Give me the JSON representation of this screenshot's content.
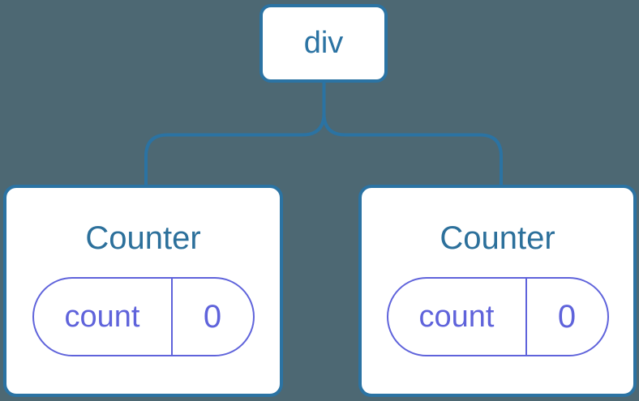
{
  "diagram": {
    "type": "component-tree",
    "colors": {
      "background": "#4D6873",
      "node_stroke": "#2B73A3",
      "node_fill": "#FFFFFF",
      "title_text": "#2C709B",
      "state_accent": "#5F63DB"
    },
    "root": {
      "label": "div"
    },
    "children": [
      {
        "title": "Counter",
        "state": {
          "name": "count",
          "value": "0"
        }
      },
      {
        "title": "Counter",
        "state": {
          "name": "count",
          "value": "0"
        }
      }
    ]
  }
}
